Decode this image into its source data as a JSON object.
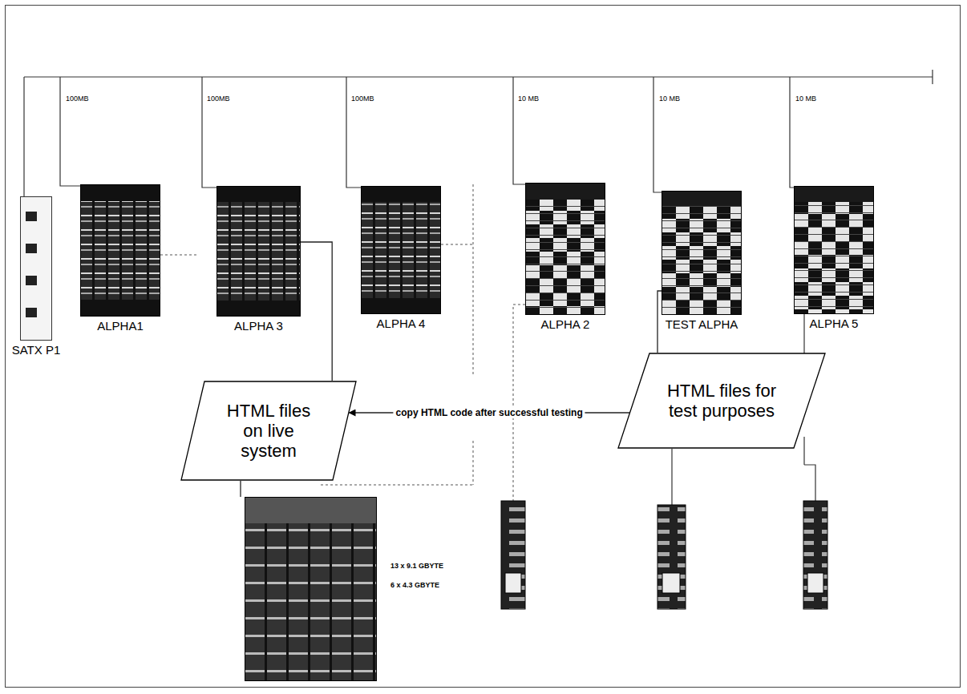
{
  "diagram": {
    "nodes": [
      {
        "text": [
          "SATX P1"
        ]
      },
      {
        "text": [
          "ALPHA1"
        ]
      },
      {
        "text": [
          "ALPHA 3"
        ]
      },
      {
        "text": [
          "ALPHA 4"
        ]
      },
      {
        "text": [
          "ALPHA 2"
        ]
      },
      {
        "text": [
          "TEST ALPHA"
        ]
      },
      {
        "text": [
          "ALPHA 5"
        ]
      },
      {
        "text": [
          "HTML files on live system"
        ]
      },
      {
        "text": [
          "HTML files for test purposes"
        ]
      },
      {
        "text": [
          "13 x 9.1 GBYTE",
          "6 x 4.3 GBYTE"
        ]
      }
    ],
    "edges": [
      {
        "from": 2,
        "to": 7,
        "arrow": "none"
      },
      {
        "from": 7,
        "to": 9,
        "arrow": "none"
      },
      {
        "from": 8,
        "to": 7,
        "label": "copy HTML code after successful testing",
        "arrow": "to"
      },
      {
        "from": 5,
        "to": 8,
        "arrow": "none"
      }
    ],
    "labels": [
      "100MB",
      "100MB",
      "100MB",
      "10 MB",
      "10 MB",
      "10 MB"
    ]
  }
}
